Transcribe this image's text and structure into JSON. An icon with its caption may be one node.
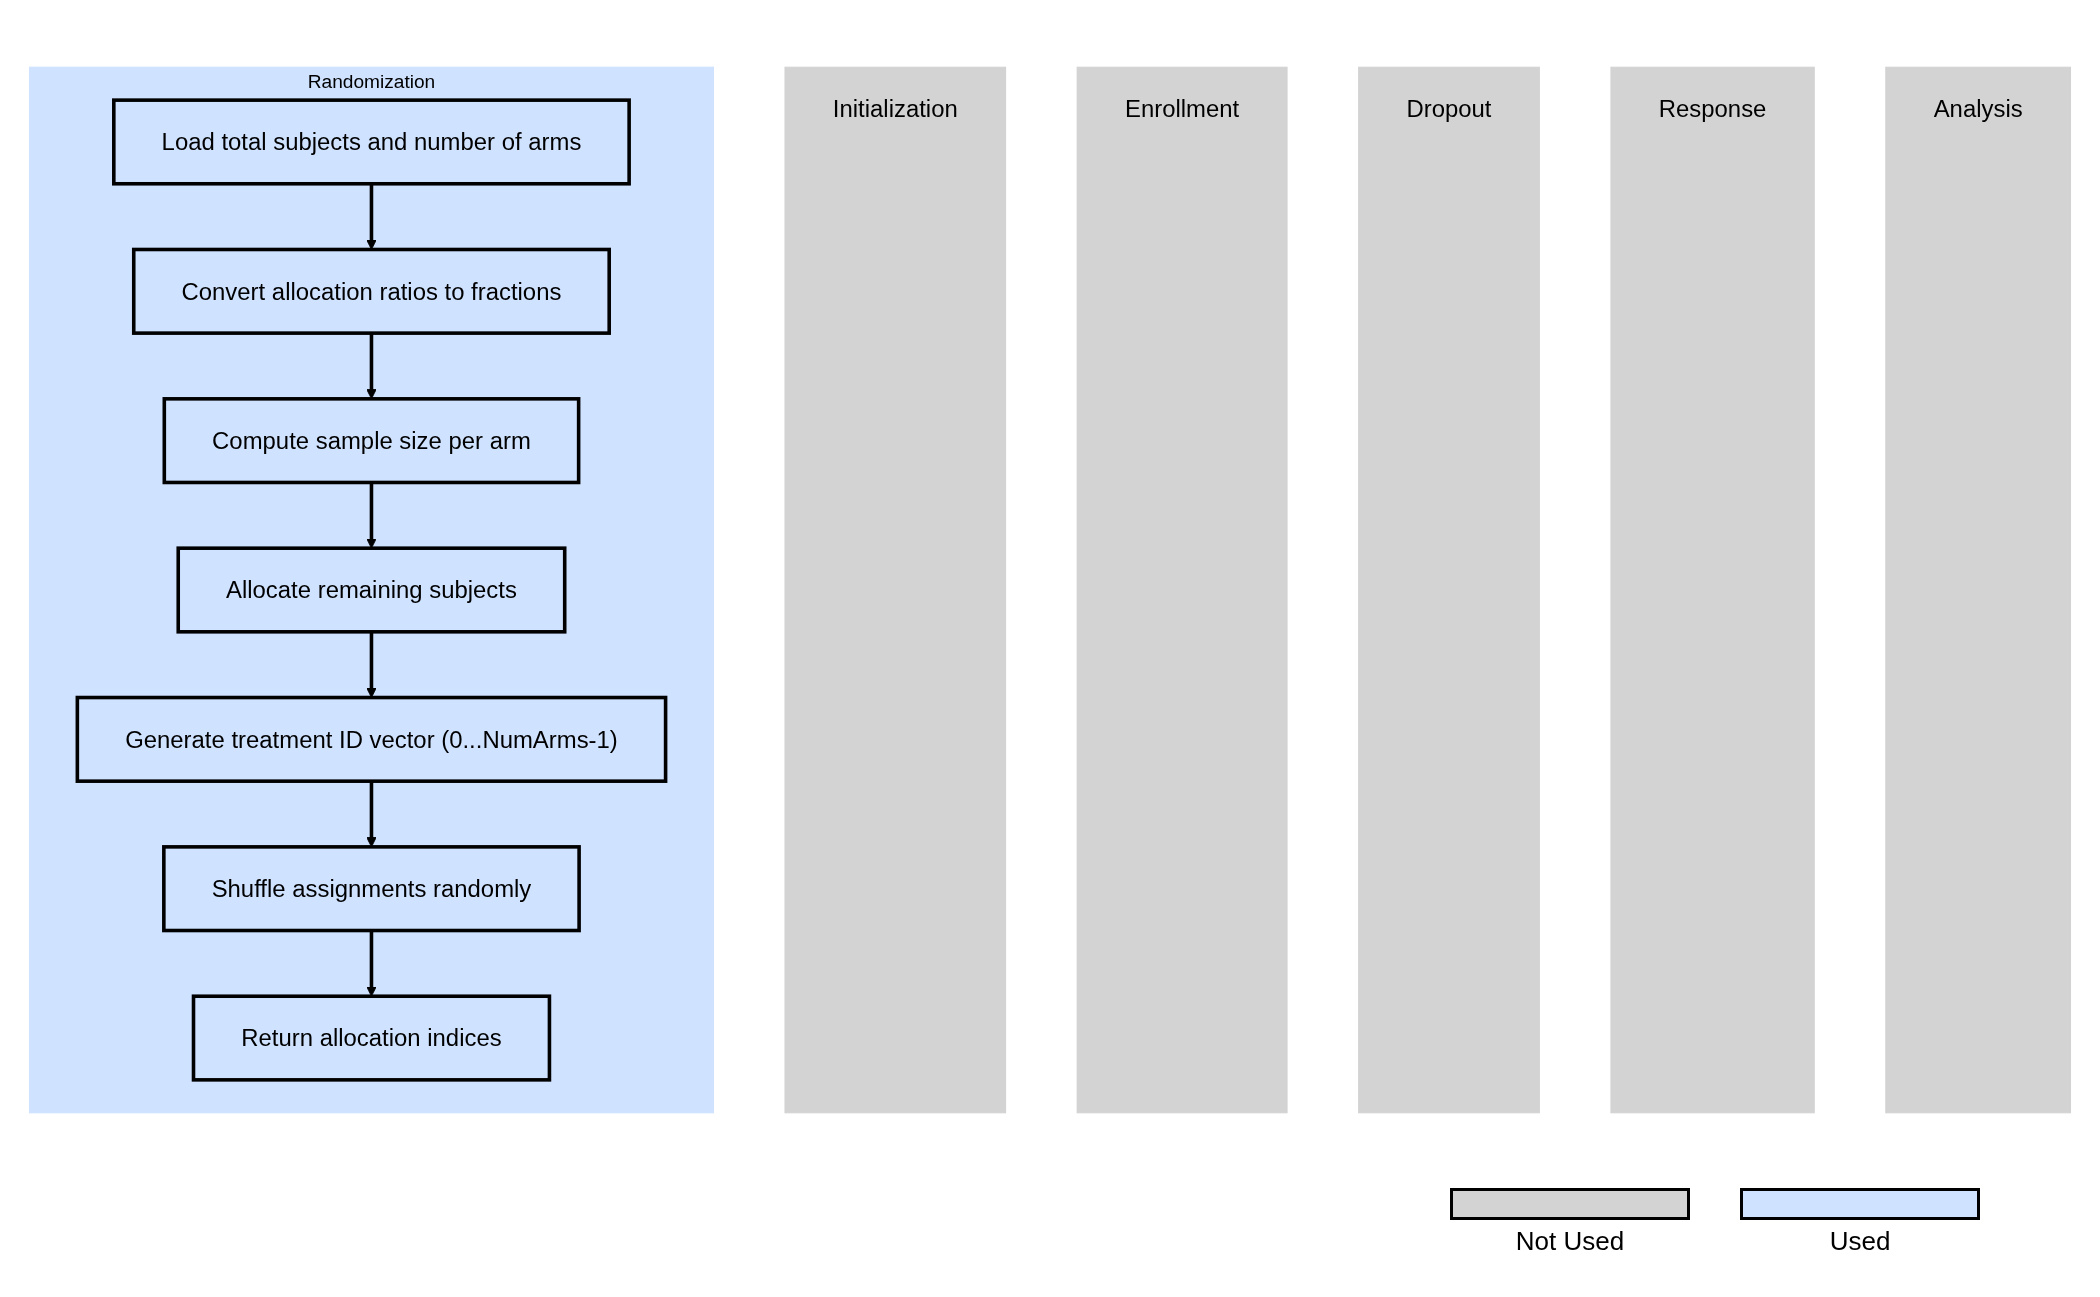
{
  "diagram": {
    "nodes": [
      {
        "text": [
          "Initialization"
        ]
      },
      {
        "text": [
          "Enrollment"
        ]
      },
      {
        "text": [
          "Randomization"
        ]
      },
      {
        "text": [
          "Load total subjects and number of arms"
        ],
        "in": 2
      },
      {
        "text": [
          "Convert allocation ratios to fractions"
        ],
        "in": 2
      },
      {
        "text": [
          "Compute sample size per arm"
        ],
        "in": 2
      },
      {
        "text": [
          "Allocate remaining subjects"
        ],
        "in": 2
      },
      {
        "text": [
          "Generate treatment ID vector (0...NumArms-1)"
        ],
        "in": 2
      },
      {
        "text": [
          "Shuffle assignments randomly"
        ],
        "in": 2
      },
      {
        "text": [
          "Return allocation indices"
        ],
        "in": 2
      },
      {
        "text": [
          "Dropout"
        ]
      },
      {
        "text": [
          "Response"
        ]
      },
      {
        "text": [
          "Analysis"
        ]
      }
    ],
    "edges": [
      {
        "from": 3,
        "to": 4,
        "arrow": "to"
      },
      {
        "from": 4,
        "to": 5,
        "arrow": "to"
      },
      {
        "from": 5,
        "to": 6,
        "arrow": "to"
      },
      {
        "from": 6,
        "to": 7,
        "arrow": "to"
      },
      {
        "from": 7,
        "to": 8,
        "arrow": "to"
      },
      {
        "from": 8,
        "to": 9,
        "arrow": "to"
      }
    ],
    "legend": [
      {
        "text": "Not Used",
        "color": "#d3d3d3"
      },
      {
        "text": "Used",
        "color": "#cfe2ff"
      }
    ]
  }
}
